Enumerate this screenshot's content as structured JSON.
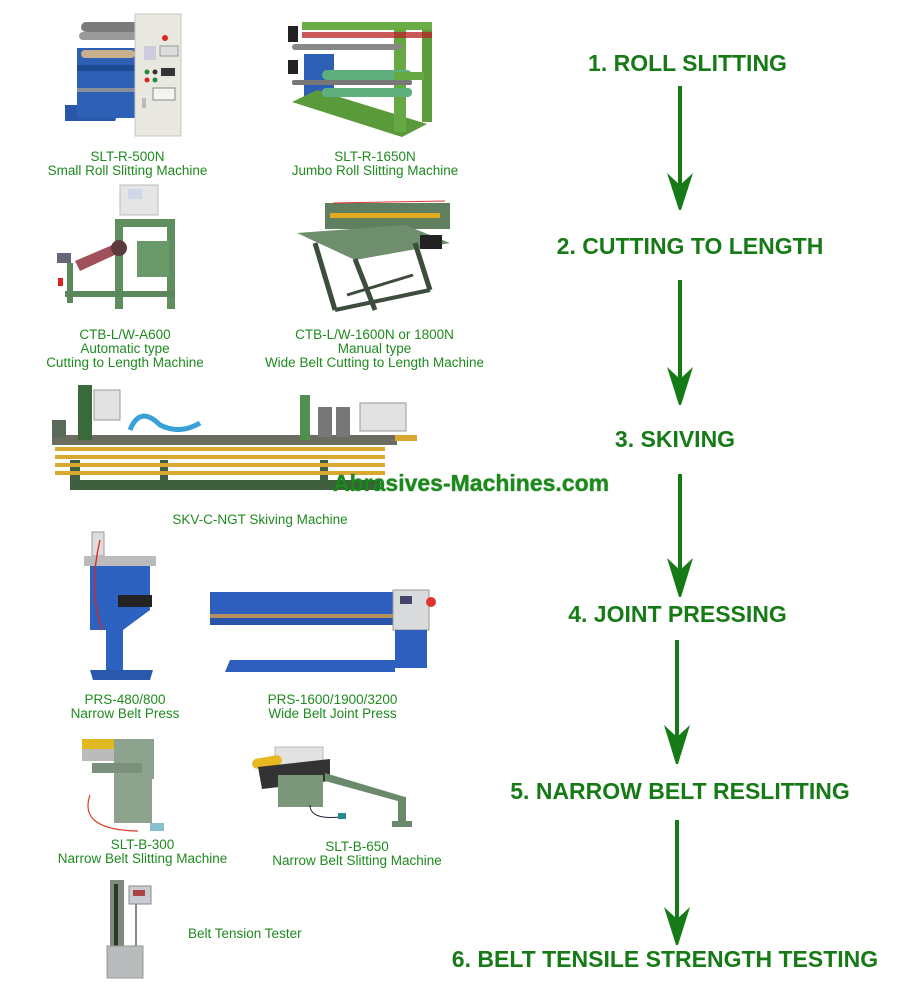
{
  "colors": {
    "text_green": "#1f8a1f",
    "step_green": "#167a16",
    "arrow_green": "#167a16",
    "background": "#ffffff"
  },
  "watermark": "Abrasives-Machines.com",
  "steps": [
    {
      "label": "1. ROLL SLITTING"
    },
    {
      "label": "2. CUTTING TO LENGTH"
    },
    {
      "label": "3. SKIVING"
    },
    {
      "label": "4. JOINT PRESSING"
    },
    {
      "label": "5. NARROW BELT RESLITTING"
    },
    {
      "label": "6. BELT TENSILE STRENGTH TESTING"
    }
  ],
  "machines": {
    "slt_r_500n": {
      "model": "SLT-R-500N",
      "line2": "Small Roll Slitting Machine"
    },
    "slt_r_1650n": {
      "model": "SLT-R-1650N",
      "line2": "Jumbo Roll Slitting Machine"
    },
    "ctb_a600": {
      "model": "CTB-L/W-A600",
      "line2": "Automatic type",
      "line3": "Cutting to Length Machine"
    },
    "ctb_1600n": {
      "model": "CTB-L/W-1600N or 1800N",
      "line2": "Manual type",
      "line3": "Wide Belt Cutting to Length Machine"
    },
    "skv": {
      "model": "SKV-C-NGT Skiving Machine"
    },
    "prs_480": {
      "model": "PRS-480/800",
      "line2": "Narrow Belt Press"
    },
    "prs_1600": {
      "model": "PRS-1600/1900/3200",
      "line2": "Wide Belt Joint Press"
    },
    "slt_b_300": {
      "model": "SLT-B-300",
      "line2": "Narrow Belt Slitting Machine"
    },
    "slt_b_650": {
      "model": "SLT-B-650",
      "line2": "Narrow Belt Slitting Machine"
    },
    "tester": {
      "model": "Belt Tension Tester"
    }
  }
}
